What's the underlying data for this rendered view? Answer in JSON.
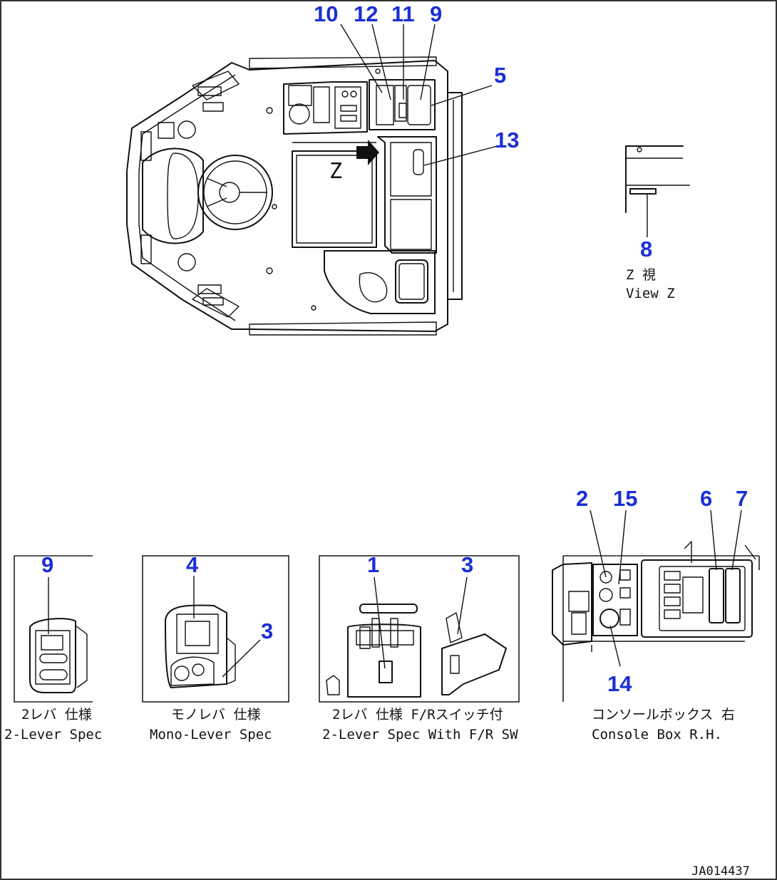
{
  "callouts": {
    "c10": "10",
    "c12": "12",
    "c11": "11",
    "c9_top": "9",
    "c5": "5",
    "c13": "13",
    "c8": "8",
    "c9_box": "9",
    "c4": "4",
    "c3_mono": "3",
    "c1": "1",
    "c3_fr": "3",
    "c2": "2",
    "c15": "15",
    "c6": "6",
    "c7": "7",
    "c14": "14"
  },
  "captions": {
    "view_z_jp": "Z 視",
    "view_z_en": "View Z",
    "two_lever_jp": "2レバ 仕様",
    "two_lever_en": "2-Lever Spec",
    "mono_lever_jp": "モノレバ 仕様",
    "mono_lever_en": "Mono-Lever Spec",
    "two_lever_fr_jp": "2レバ 仕様 F/Rスイッチ付",
    "two_lever_fr_en": "2-Lever Spec With F/R SW",
    "console_jp": "コンソールボックス 右",
    "console_en": "Console Box R.H."
  },
  "view_marker": "Z",
  "drawing_number": "JA014437",
  "icons": [
    "view-direction-arrow-icon"
  ]
}
